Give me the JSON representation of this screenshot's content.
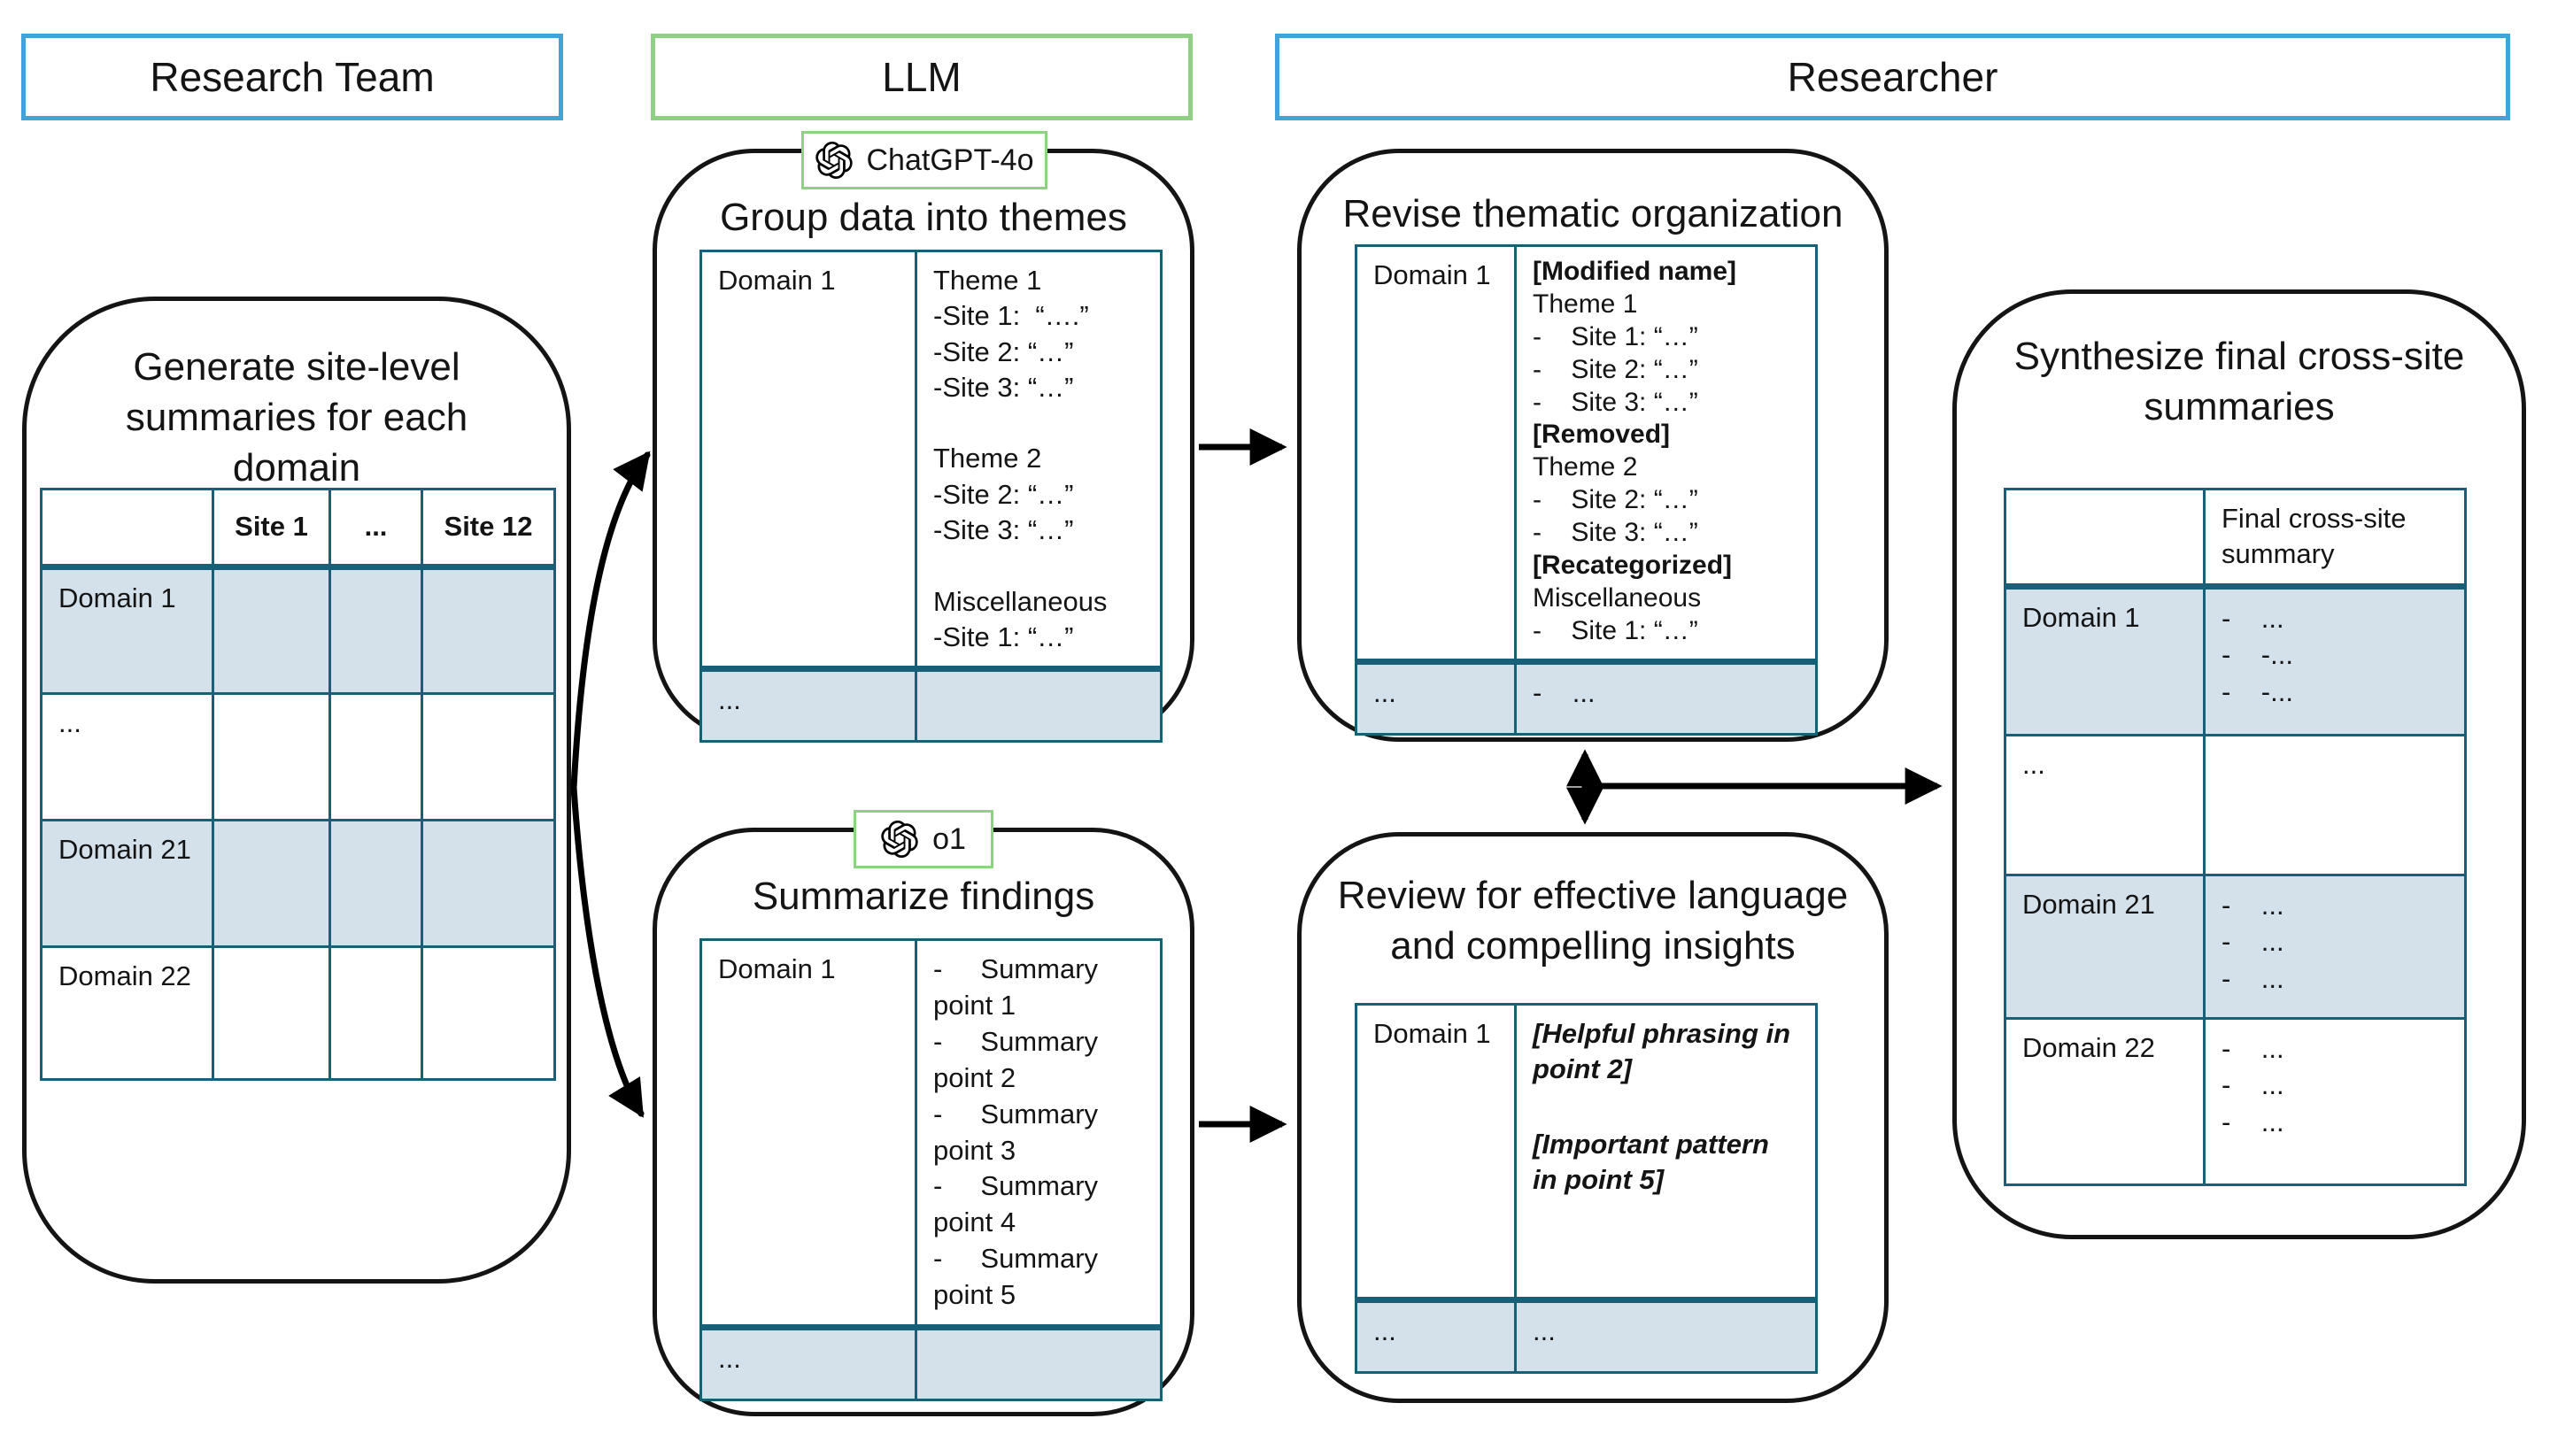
{
  "lanes": {
    "research_team": "Research Team",
    "llm": "LLM",
    "researcher": "Researcher"
  },
  "left_panel": {
    "title": "Generate site-level\nsummaries for each domain",
    "table": {
      "header": [
        "",
        "Site 1",
        "...",
        "Site 12"
      ],
      "row_labels": [
        "Domain 1",
        "...",
        "Domain 21",
        "Domain 22"
      ]
    }
  },
  "group_box": {
    "badge": "ChatGPT-4o",
    "title": "Group data into themes",
    "table": {
      "domain": "Domain 1",
      "content": "Theme 1\n-Site 1:  “….”\n-Site 2: “…”\n-Site 3: “…”\n\nTheme 2\n-Site 2: “…”\n-Site 3: “…”\n\nMiscellaneous\n-Site 1: “…”",
      "footer_left": "...",
      "footer_right": ""
    }
  },
  "summarize_box": {
    "badge": "o1",
    "title": "Summarize findings",
    "table": {
      "domain": "Domain 1",
      "content": "-     Summary point 1\n-     Summary point 2\n-     Summary point 3\n-     Summary point 4\n-     Summary point 5",
      "footer_left": "...",
      "footer_right": ""
    }
  },
  "revise_box": {
    "title": "Revise thematic organization",
    "table": {
      "domain": "Domain 1",
      "lines": [
        "[Modified name]",
        "Theme 1",
        "-    Site 1: “…”",
        "-    Site 2: “…”",
        "-    Site 3: “…”",
        "[Removed]",
        "Theme 2",
        "-    Site 2: “…”",
        "-    Site 3: “…”",
        "[Recategorized]",
        "Miscellaneous",
        "-    Site 1: “…”"
      ],
      "footer_left": "...",
      "footer_right": "-    ..."
    }
  },
  "review_box": {
    "title": "Review for effective language\nand compelling insights",
    "table": {
      "domain": "Domain 1",
      "notes": [
        "[Helpful phrasing in point 2]",
        "[Important pattern in point 5]"
      ],
      "footer_left": "...",
      "footer_right": "..."
    }
  },
  "synthesize_box": {
    "title": "Synthesize final cross-site\nsummaries",
    "table": {
      "header_right": "Final cross-site summary",
      "rows": [
        {
          "label": "Domain 1",
          "content": "-    ...\n-    -...\n-    -..."
        },
        {
          "label": "...",
          "content": ""
        },
        {
          "label": "Domain 21",
          "content": "-    ...\n-    ...\n-    ..."
        },
        {
          "label": "Domain 22",
          "content": "-    ...\n-    ...\n-    ..."
        }
      ]
    }
  },
  "colors": {
    "lane_blue": "#41a3d7",
    "lane_green": "#8fd182",
    "table_border": "#186078",
    "row_shade": "#d4e1ea",
    "arrow": "#000000"
  }
}
